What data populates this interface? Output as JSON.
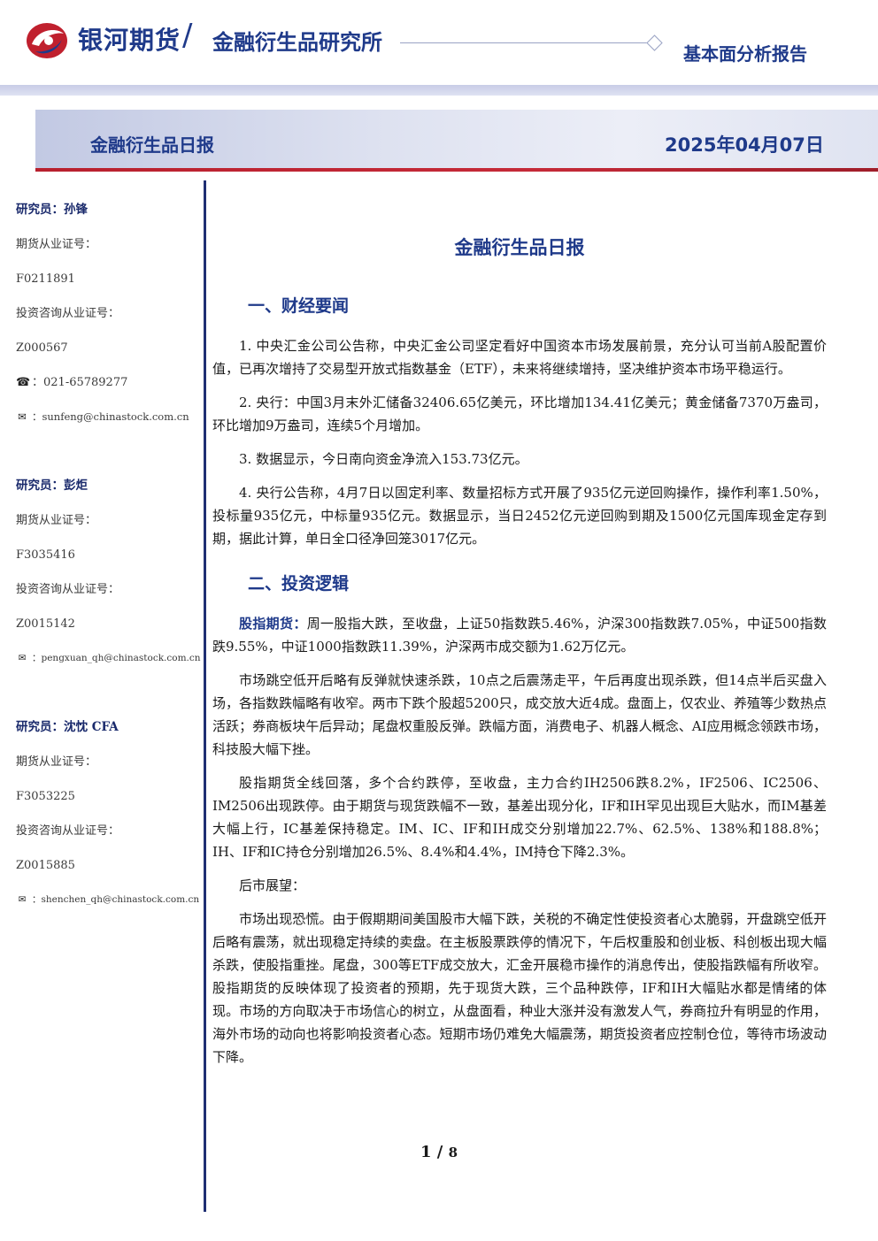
{
  "header": {
    "brand": "银河期货",
    "divider": "/",
    "institute": "金融衍生品研究所",
    "report_type": "基本面分析报告",
    "logo_icon": "galaxy-logo-icon",
    "brand_color": "#1f3a8a",
    "accent_color": "#c0202e"
  },
  "banner": {
    "title": "金融衍生品日报",
    "date": "2025年04月07日"
  },
  "analysts": [
    {
      "name": "研究员：孙锋",
      "license_label": "期货从业证号：",
      "license": "F0211891",
      "consult_label": "投资咨询从业证号：",
      "consult": "Z000567",
      "phone": "：021-65789277",
      "email": "：sunfeng@chinastock.com.cn"
    },
    {
      "name": "研究员：彭炬",
      "license_label": "期货从业证号：",
      "license": "F3035416",
      "consult_label": "投资咨询从业证号：",
      "consult": "Z0015142",
      "email": "：pengxuan_qh@chinastock.com.cn"
    },
    {
      "name": "研究员：沈忱  CFA",
      "license_label": "期货从业证号：",
      "license": "F3053225",
      "consult_label": "投资咨询从业证号：",
      "consult": "Z0015885",
      "email": "：shenchen_qh@chinastock.com.cn"
    }
  ],
  "main": {
    "title": "金融衍生品日报",
    "section1": {
      "heading": "一、财经要闻",
      "items": [
        "1. 中央汇金公司公告称，中央汇金公司坚定看好中国资本市场发展前景，充分认可当前A股配置价值，已再次增持了交易型开放式指数基金（ETF），未来将继续增持，坚决维护资本市场平稳运行。",
        "2. 央行：中国3月末外汇储备32406.65亿美元，环比增加134.41亿美元；黄金储备7370万盎司，环比增加9万盎司，连续5个月增加。",
        "3. 数据显示，今日南向资金净流入153.73亿元。",
        "4. 央行公告称，4月7日以固定利率、数量招标方式开展了935亿元逆回购操作，操作利率1.50%，投标量935亿元，中标量935亿元。数据显示，当日2452亿元逆回购到期及1500亿元国库现金定存到期，据此计算，单日全口径净回笼3017亿元。"
      ]
    },
    "section2": {
      "heading": "二、投资逻辑",
      "lead_label": "股指期货：",
      "lead_text": "周一股指大跌，至收盘，上证50指数跌5.46%，沪深300指数跌7.05%，中证500指数跌9.55%，中证1000指数跌11.39%，沪深两市成交额为1.62万亿元。",
      "p2": "市场跳空低开后略有反弹就快速杀跌，10点之后震荡走平，午后再度出现杀跌，但14点半后买盘入场，各指数跌幅略有收窄。两市下跌个股超5200只，成交放大近4成。盘面上，仅农业、养殖等少数热点活跃；券商板块午后异动；尾盘权重股反弹。跌幅方面，消费电子、机器人概念、AI应用概念领跌市场，科技股大幅下挫。",
      "p3": "股指期货全线回落，多个合约跌停，至收盘，主力合约IH2506跌8.2%，IF2506、IC2506、IM2506出现跌停。由于期货与现货跌幅不一致，基差出现分化，IF和IH罕见出现巨大贴水，而IM基差大幅上行，IC基差保持稳定。IM、IC、IF和IH成交分别增加22.7%、62.5%、138%和188.8%；IH、IF和IC持仓分别增加26.5%、8.4%和4.4%，IM持仓下降2.3%。",
      "outlook_label": "后市展望：",
      "p5": "市场出现恐慌。由于假期期间美国股市大幅下跌，关税的不确定性使投资者心太脆弱，开盘跳空低开后略有震荡，就出现稳定持续的卖盘。在主板股票跌停的情况下，午后权重股和创业板、科创板出现大幅杀跌，使股指重挫。尾盘，300等ETF成交放大，汇金开展稳市操作的消息传出，使股指跌幅有所收窄。股指期货的反映体现了投资者的预期，先于现货大跌，三个品种跌停，IF和IH大幅贴水都是情绪的体现。市场的方向取决于市场信心的树立，从盘面看，种业大涨并没有激发人气，券商拉升有明显的作用，海外市场的动向也将影响投资者心态。短期市场仍难免大幅震荡，期货投资者应控制仓位，等待市场波动下降。"
    }
  },
  "footer": {
    "page": "1",
    "sep": " / ",
    "total": "8"
  }
}
